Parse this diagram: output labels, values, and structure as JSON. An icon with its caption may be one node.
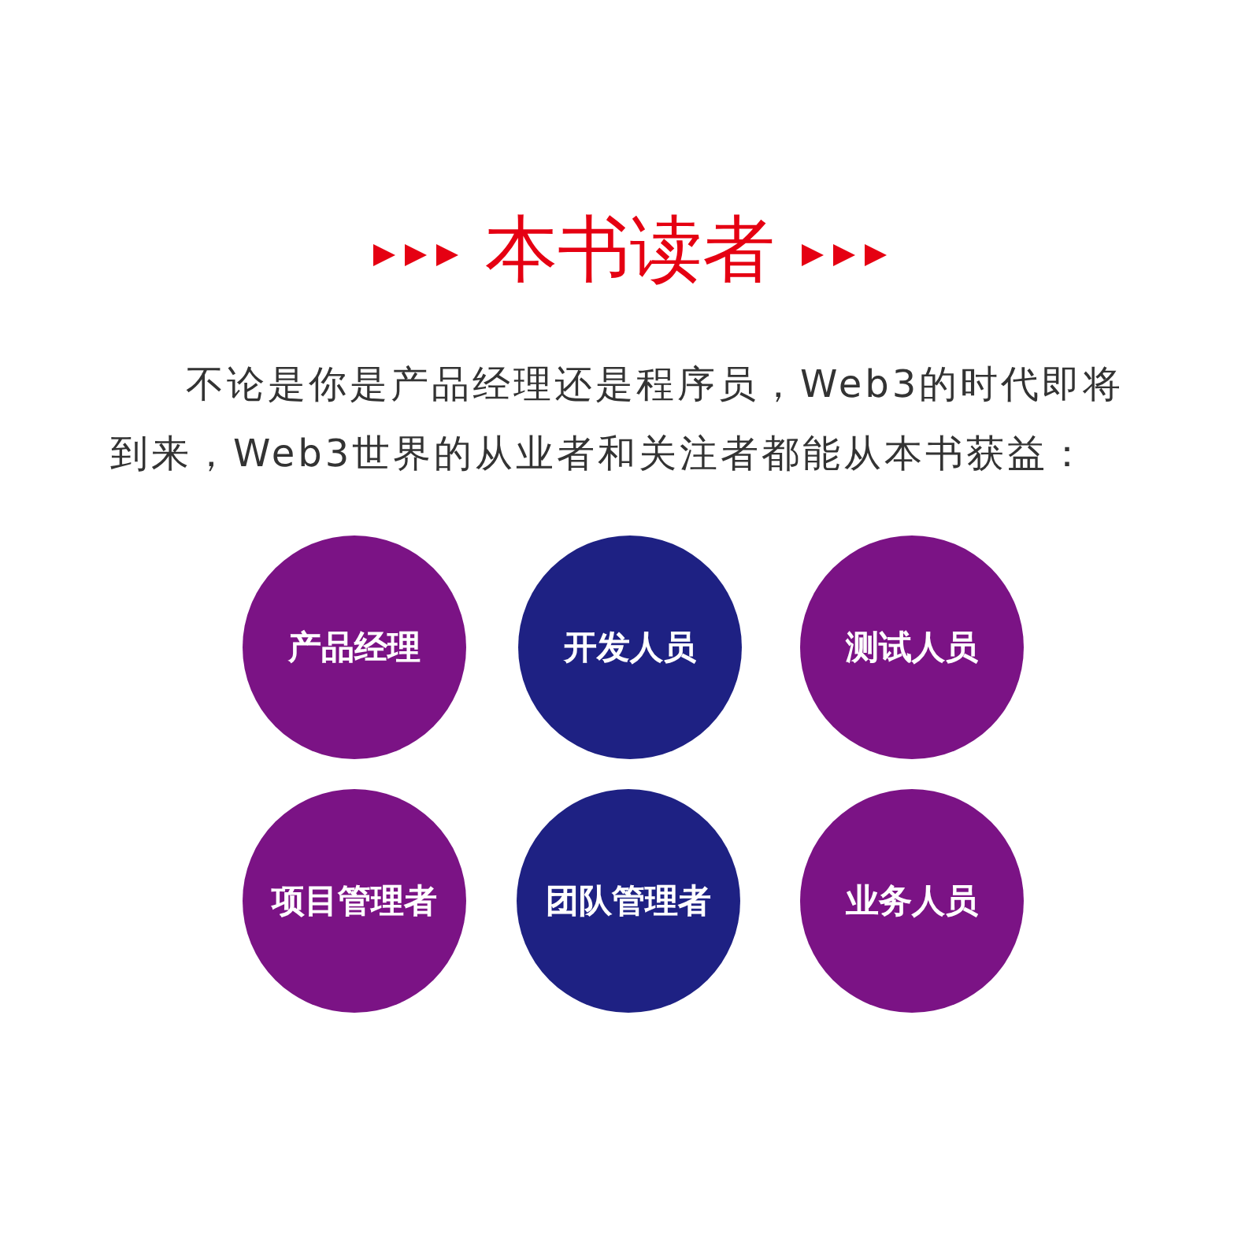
{
  "diagram": {
    "title": "本书读者",
    "nodes": [
      {
        "text": [
          "产品经理"
        ]
      },
      {
        "text": [
          "开发人员"
        ]
      },
      {
        "text": [
          "测试人员"
        ]
      },
      {
        "text": [
          "项目管理者"
        ]
      },
      {
        "text": [
          "团队管理者"
        ]
      },
      {
        "text": [
          "业务人员"
        ]
      }
    ],
    "labels": [
      "不论是你是产品经理还是程序员，Web3的时代即将到来，Web3世界的从业者和关注者都能从本书获益："
    ]
  }
}
